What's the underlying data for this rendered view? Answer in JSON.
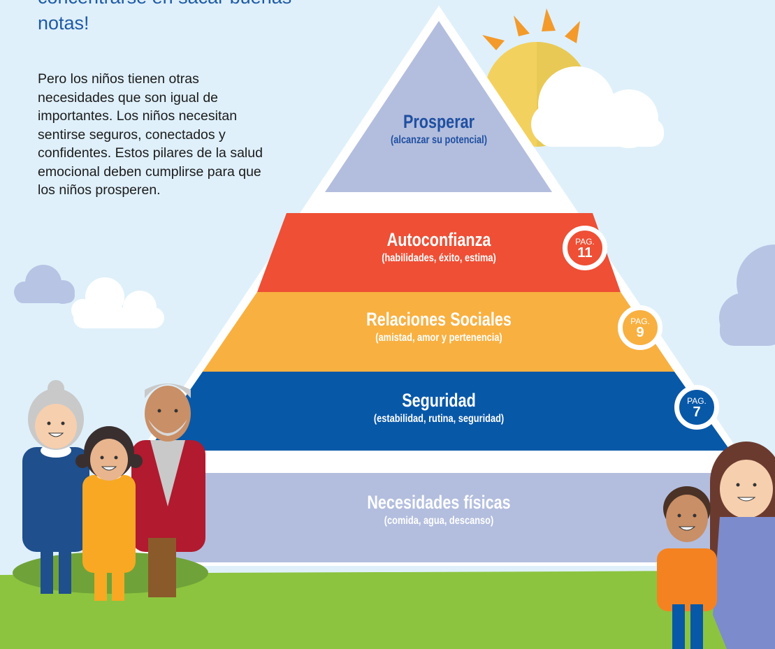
{
  "intro": {
    "text": "concentrarse en sacar buenas notas!"
  },
  "body_text": "Pero los niños tienen otras necesidades que son igual de importantes. Los niños necesitan sentirse seguros, conectados y confidentes. Estos pilares de la salud emocional deben cumplirse para que los niños prosperen.",
  "pyramid": {
    "levels": [
      {
        "title": "Prosperar",
        "subtitle": "(alcanzar su potencial)",
        "color": "#b3bede",
        "text_color": "#1f4fa0"
      },
      {
        "title": "Autoconfianza",
        "subtitle": "(habilidades, éxito, estima)",
        "color": "#ee4f35",
        "text_color": "#ffffff"
      },
      {
        "title": "Relaciones Sociales",
        "subtitle": "(amistad, amor y pertenencia)",
        "color": "#f8b040",
        "text_color": "#ffffff"
      },
      {
        "title": "Seguridad",
        "subtitle": "(estabilidad, rutina, seguridad)",
        "color": "#0858a8",
        "text_color": "#ffffff"
      },
      {
        "title": "Necesidades físicas",
        "subtitle": "(comida, agua, descanso)",
        "color": "#b3bede",
        "text_color": "#ffffff"
      }
    ],
    "badges": [
      {
        "prefix": "PAG.",
        "number": "11",
        "color": "#ee4f35"
      },
      {
        "prefix": "PAG.",
        "number": "9",
        "color": "#f8b040"
      },
      {
        "prefix": "PAG.",
        "number": "7",
        "color": "#0858a8"
      }
    ]
  },
  "colors": {
    "sky": "#dff0fa",
    "grass": "#8cc43f",
    "sun": "#f3d15e",
    "sun_rays": "#f39a2b",
    "cloud": "#ffffff",
    "accent_cloud": "#b7c4e4"
  }
}
